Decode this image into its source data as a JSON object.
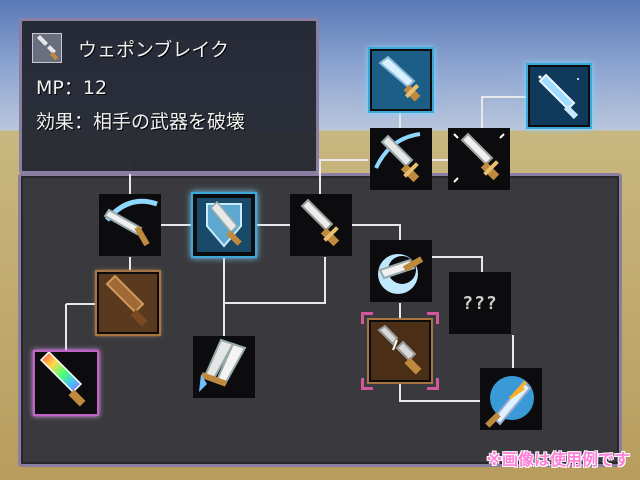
{
  "skill_info": {
    "icon": "broken-sword-icon",
    "name": "ウェポンブレイク",
    "mp_text": "MP：12",
    "effect_text": "効果：相手の武器を破壊"
  },
  "tree": {
    "unknown_label": "???",
    "nodes": [
      {
        "id": "sword-crystal-top",
        "icon": "crystal-sword-icon",
        "style": "glow"
      },
      {
        "id": "sword-crystal-far",
        "icon": "crystal-sword-icon",
        "style": "glow"
      },
      {
        "id": "sword-wind",
        "icon": "wind-sword-icon",
        "style": "plain"
      },
      {
        "id": "sword-shine",
        "icon": "shining-sword-icon",
        "style": "plain"
      },
      {
        "id": "sword-slash",
        "icon": "slash-sword-icon",
        "style": "plain"
      },
      {
        "id": "sword-shield",
        "icon": "shield-sword-icon",
        "style": "glow"
      },
      {
        "id": "sword-basic",
        "icon": "sword-icon",
        "style": "plain"
      },
      {
        "id": "sword-whirl",
        "icon": "whirl-sword-icon",
        "style": "plain"
      },
      {
        "id": "sword-wood",
        "icon": "wooden-sword-icon",
        "style": "bronze"
      },
      {
        "id": "sword-twin",
        "icon": "twin-sword-icon",
        "style": "plain"
      },
      {
        "id": "sword-break",
        "icon": "broken-sword-icon",
        "style": "selected"
      },
      {
        "id": "sword-rainbow",
        "icon": "rainbow-sword-icon",
        "style": "rainbow"
      },
      {
        "id": "sword-fire",
        "icon": "fire-sword-icon",
        "style": "plain"
      }
    ]
  },
  "note": "※画像は使用例です",
  "colors": {
    "accent": "#3da7d8",
    "selected_corner": "#d05a9a",
    "note": "#ff7fd8"
  }
}
